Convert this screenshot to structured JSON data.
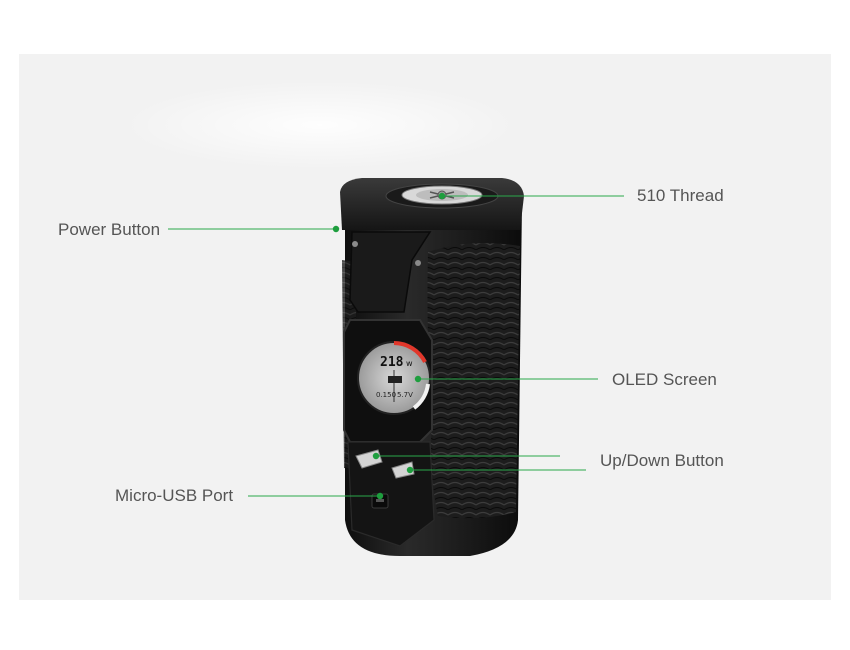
{
  "labels": {
    "power_button": "Power Button",
    "thread_510": "510 Thread",
    "oled_screen": "OLED Screen",
    "up_down_button": "Up/Down Button",
    "micro_usb_port": "Micro-USB Port"
  },
  "screen": {
    "wattage": "218",
    "wattage_unit": "w",
    "resistance": "0.150",
    "voltage": "5.7V"
  },
  "colors": {
    "panel_bg": "#f2f2f2",
    "leader_line": "#2aa84a",
    "leader_dot": "#1e9e3e",
    "label_text": "#555555",
    "device_body": "#1c1c1c"
  }
}
